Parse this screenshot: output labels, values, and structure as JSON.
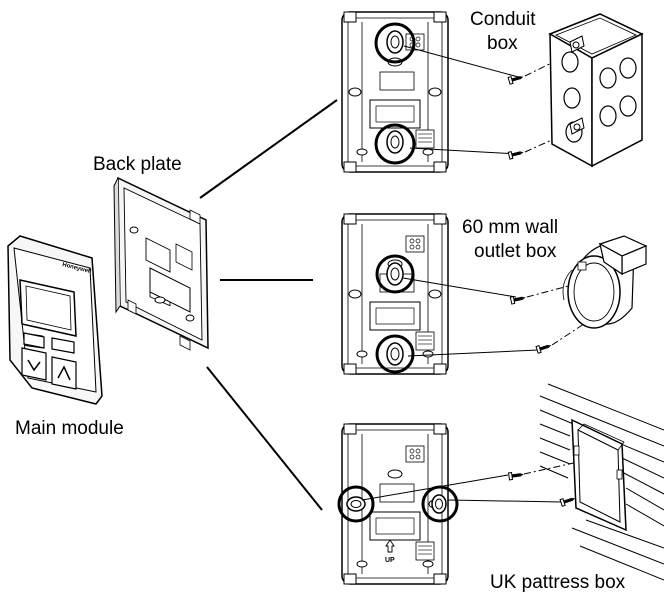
{
  "labels": {
    "conduit_line1": "Conduit",
    "conduit_line2": "box",
    "back_plate": "Back plate",
    "wall_line1": "60 mm wall",
    "wall_line2": "outlet box",
    "main_module": "Main module",
    "uk_pattress": "UK pattress box",
    "brand": "Honeywell",
    "up_mark": "UP"
  },
  "colors": {
    "line": "#000000",
    "fill": "#ffffff",
    "panel": "#f4f4f4"
  }
}
